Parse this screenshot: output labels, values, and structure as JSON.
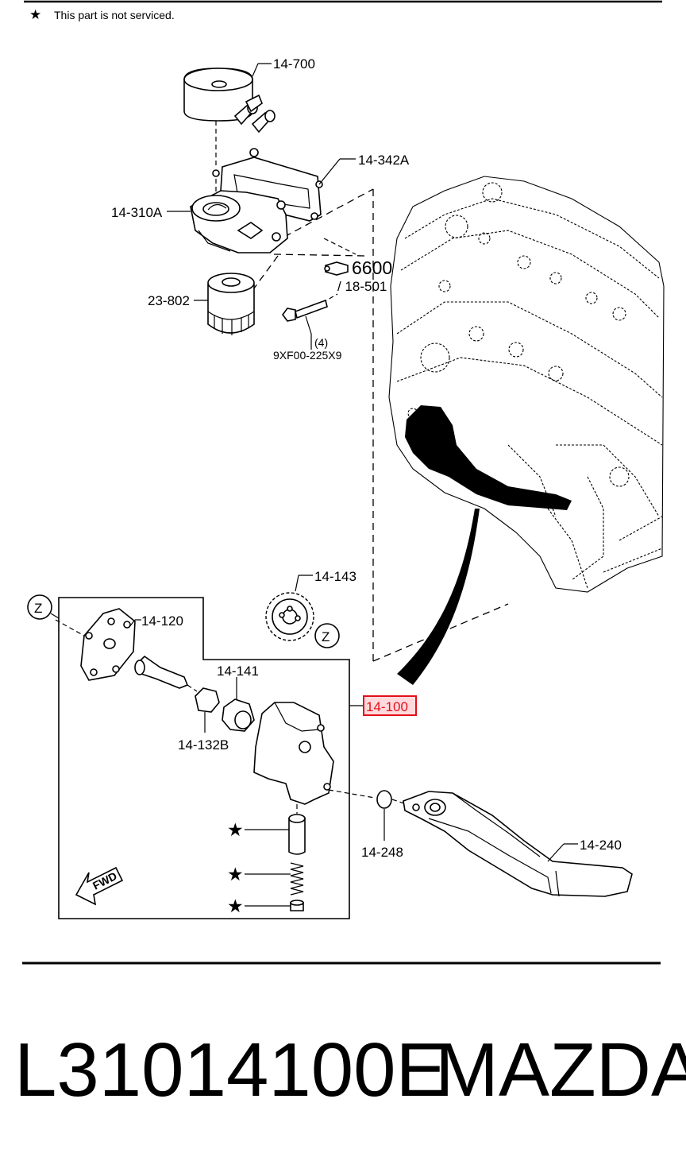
{
  "note": {
    "star": "★",
    "text": "This part is not serviced."
  },
  "labels": {
    "p14700": "14-700",
    "p14342A": "14-342A",
    "p14310A": "14-310A",
    "p6600": "6600",
    "p18501": "/ 18-501",
    "p23802": "23-802",
    "qty": "(4)",
    "bolt": "9XF00-225X9",
    "p14143": "14-143",
    "p14120": "14-120",
    "p14141": "14-141",
    "p14132B": "14-132B",
    "p14100": "14-100",
    "p14248": "14-248",
    "p14240": "14-240",
    "zone": "Z",
    "fwd": "FWD"
  },
  "caption": {
    "part_number": "L31014100E",
    "brand": "MAZDA"
  },
  "colors": {
    "highlight_stroke": "#e0101a",
    "highlight_fill": "#ffd9dc",
    "ink": "#000000"
  }
}
